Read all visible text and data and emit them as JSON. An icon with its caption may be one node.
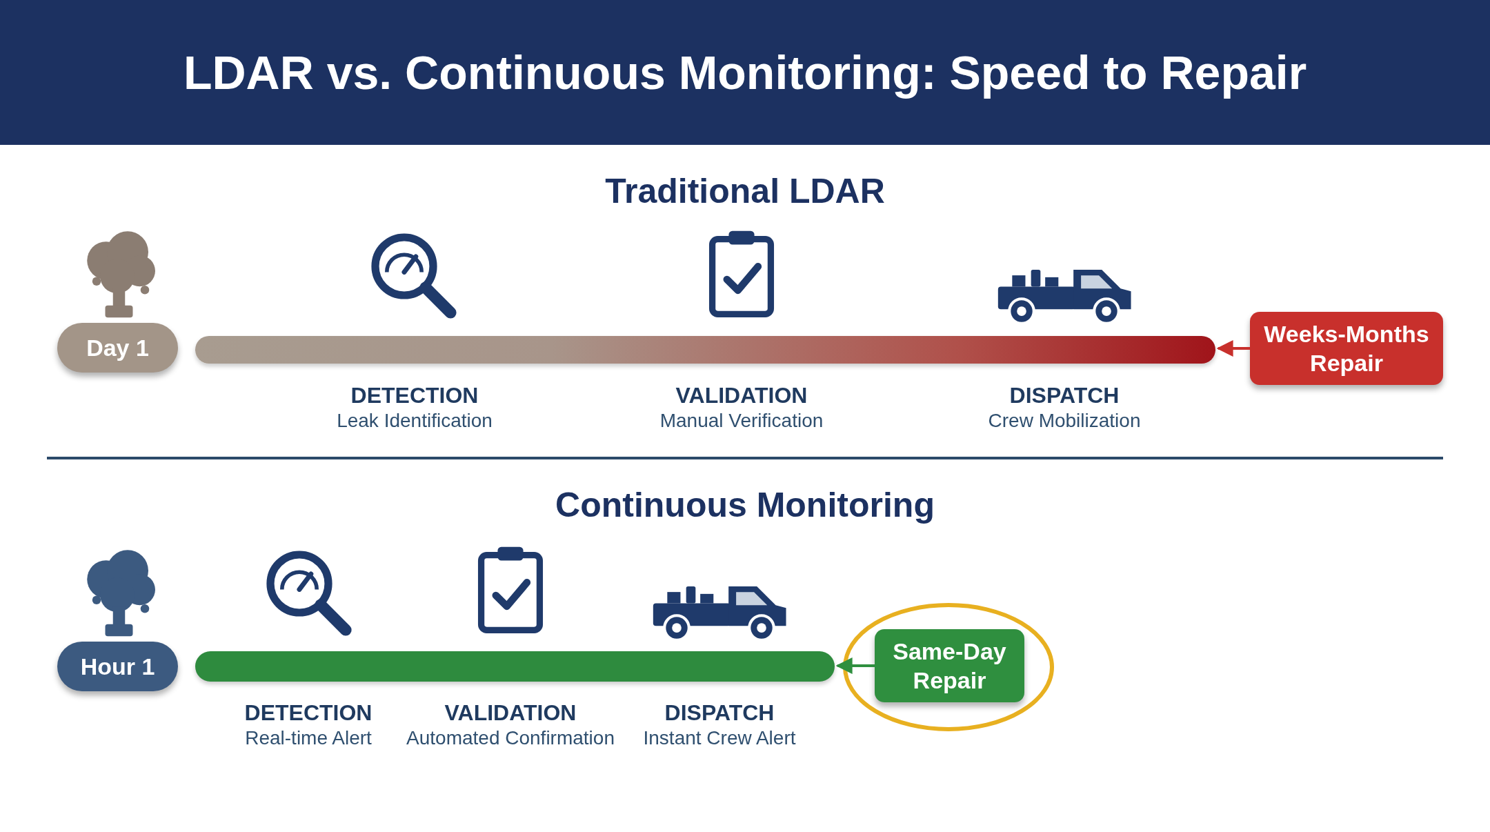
{
  "diagram": {
    "title": "LDAR vs. Continuous Monitoring: Speed to Repair",
    "nodes": [
      {
        "text": [
          "Day 1"
        ]
      },
      {
        "text": [],
        "shape": "bar"
      },
      {
        "text": [
          "Weeks-Months Repair"
        ]
      },
      {
        "text": [
          "Hour 1"
        ]
      },
      {
        "text": [],
        "shape": "bar"
      },
      {
        "text": [
          "Same-Day Repair"
        ]
      }
    ],
    "edges": [
      {
        "from": 2,
        "to": 1,
        "arrow": "to",
        "color": "#c8302c"
      },
      {
        "from": 5,
        "to": 4,
        "arrow": "to",
        "color": "#2f8f3f"
      }
    ],
    "labels": [
      "Traditional LDAR",
      "DETECTION",
      "Leak Identification",
      "VALIDATION",
      "Manual Verification",
      "DISPATCH",
      "Crew Mobilization",
      "Continuous Monitoring",
      "DETECTION",
      "Real-time Alert",
      "VALIDATION",
      "Automated Confirmation",
      "DISPATCH",
      "Instant Crew Alert"
    ]
  }
}
